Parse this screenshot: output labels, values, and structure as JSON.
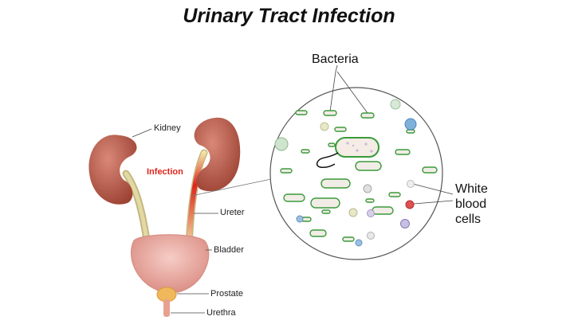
{
  "title": "Urinary Tract Infection",
  "labels": {
    "kidney": "Kidney",
    "infection": "Infection",
    "ureter": "Ureter",
    "bladder": "Bladder",
    "prostate": "Prostate",
    "urethra": "Urethra",
    "bacteria": "Bacteria",
    "wbc_line1": "White",
    "wbc_line2": "blood",
    "wbc_line3": "cells"
  },
  "colors": {
    "kidney": "#b5594a",
    "ureter": "#d8cf9a",
    "bladder": "#e8a9a0",
    "prostate": "#f0b85a",
    "infection": "#e0241c",
    "bacteria_outline": "#3a9a3a",
    "bacteria_fill": "#f2ece6"
  }
}
